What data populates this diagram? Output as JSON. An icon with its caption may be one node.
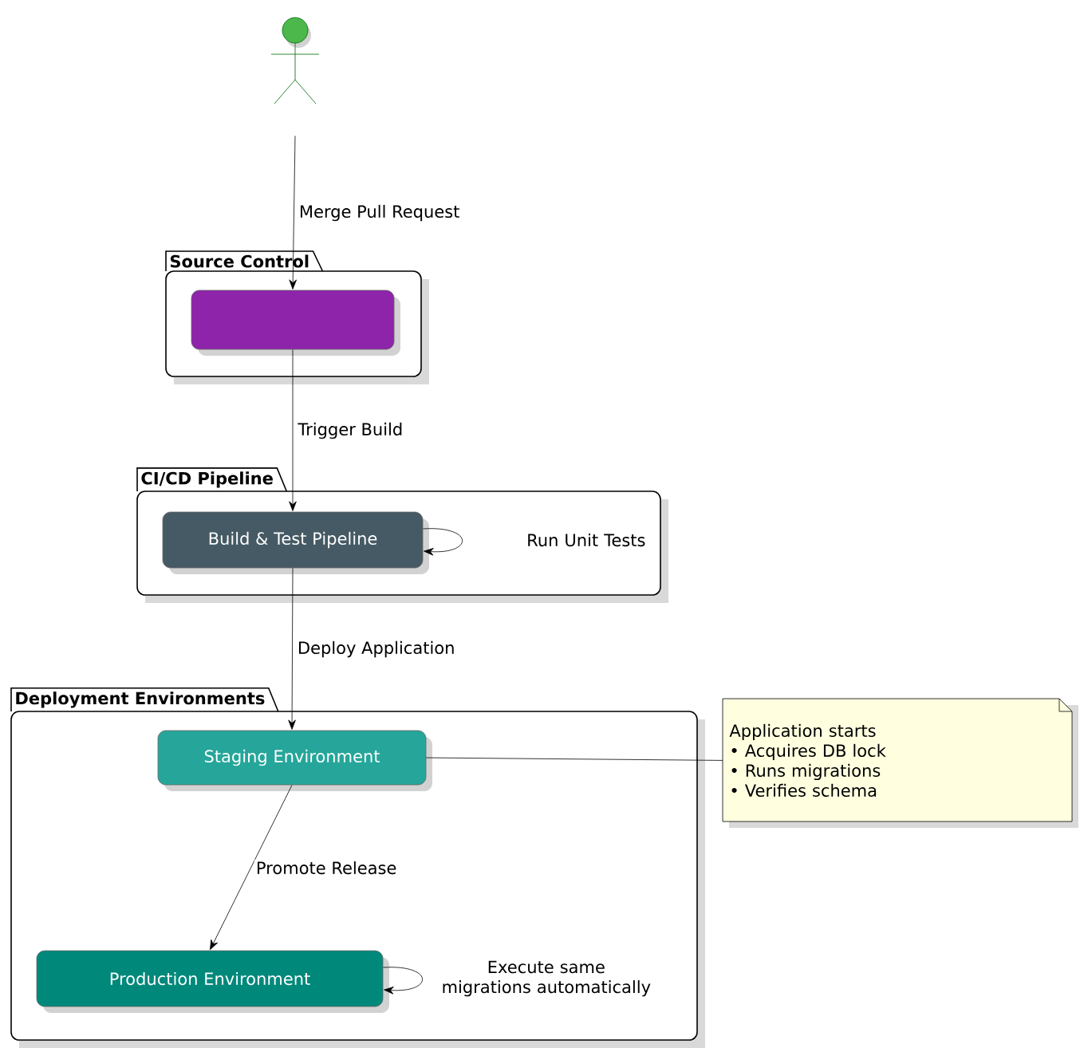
{
  "diagram": {
    "nodes": [
      {
        "text": [],
        "shape": "person"
      },
      {
        "text": [
          "Source Control"
        ]
      },
      {
        "text": [],
        "shape": "box",
        "in": 1
      },
      {
        "text": [
          "CI/CD Pipeline"
        ]
      },
      {
        "text": [
          "Build & Test Pipeline"
        ],
        "in": 3
      },
      {
        "text": [
          "Deployment Environments"
        ]
      },
      {
        "text": [
          "Staging Environment"
        ],
        "in": 5
      },
      {
        "text": [
          "Production Environment"
        ],
        "in": 5
      },
      {
        "text": [
          "Application starts",
          "• Acquires DB lock",
          "• Runs migrations",
          "• Verifies schema"
        ]
      }
    ],
    "edges": [
      {
        "from": 0,
        "to": 2,
        "arrow": "to",
        "label": "Merge Pull Request"
      },
      {
        "from": 2,
        "to": 4,
        "arrow": "to",
        "label": "Trigger Build"
      },
      {
        "from": 4,
        "to": 4,
        "arrow": "to",
        "label": "Run Unit Tests"
      },
      {
        "from": 4,
        "to": 6,
        "arrow": "to",
        "label": "Deploy Application"
      },
      {
        "from": 6,
        "to": 7,
        "arrow": "to",
        "label": "Promote Release"
      },
      {
        "from": 7,
        "to": 7,
        "arrow": "to",
        "label": "Execute same migrations automatically"
      },
      {
        "from": 6,
        "to": 8,
        "arrow": "none"
      }
    ]
  }
}
